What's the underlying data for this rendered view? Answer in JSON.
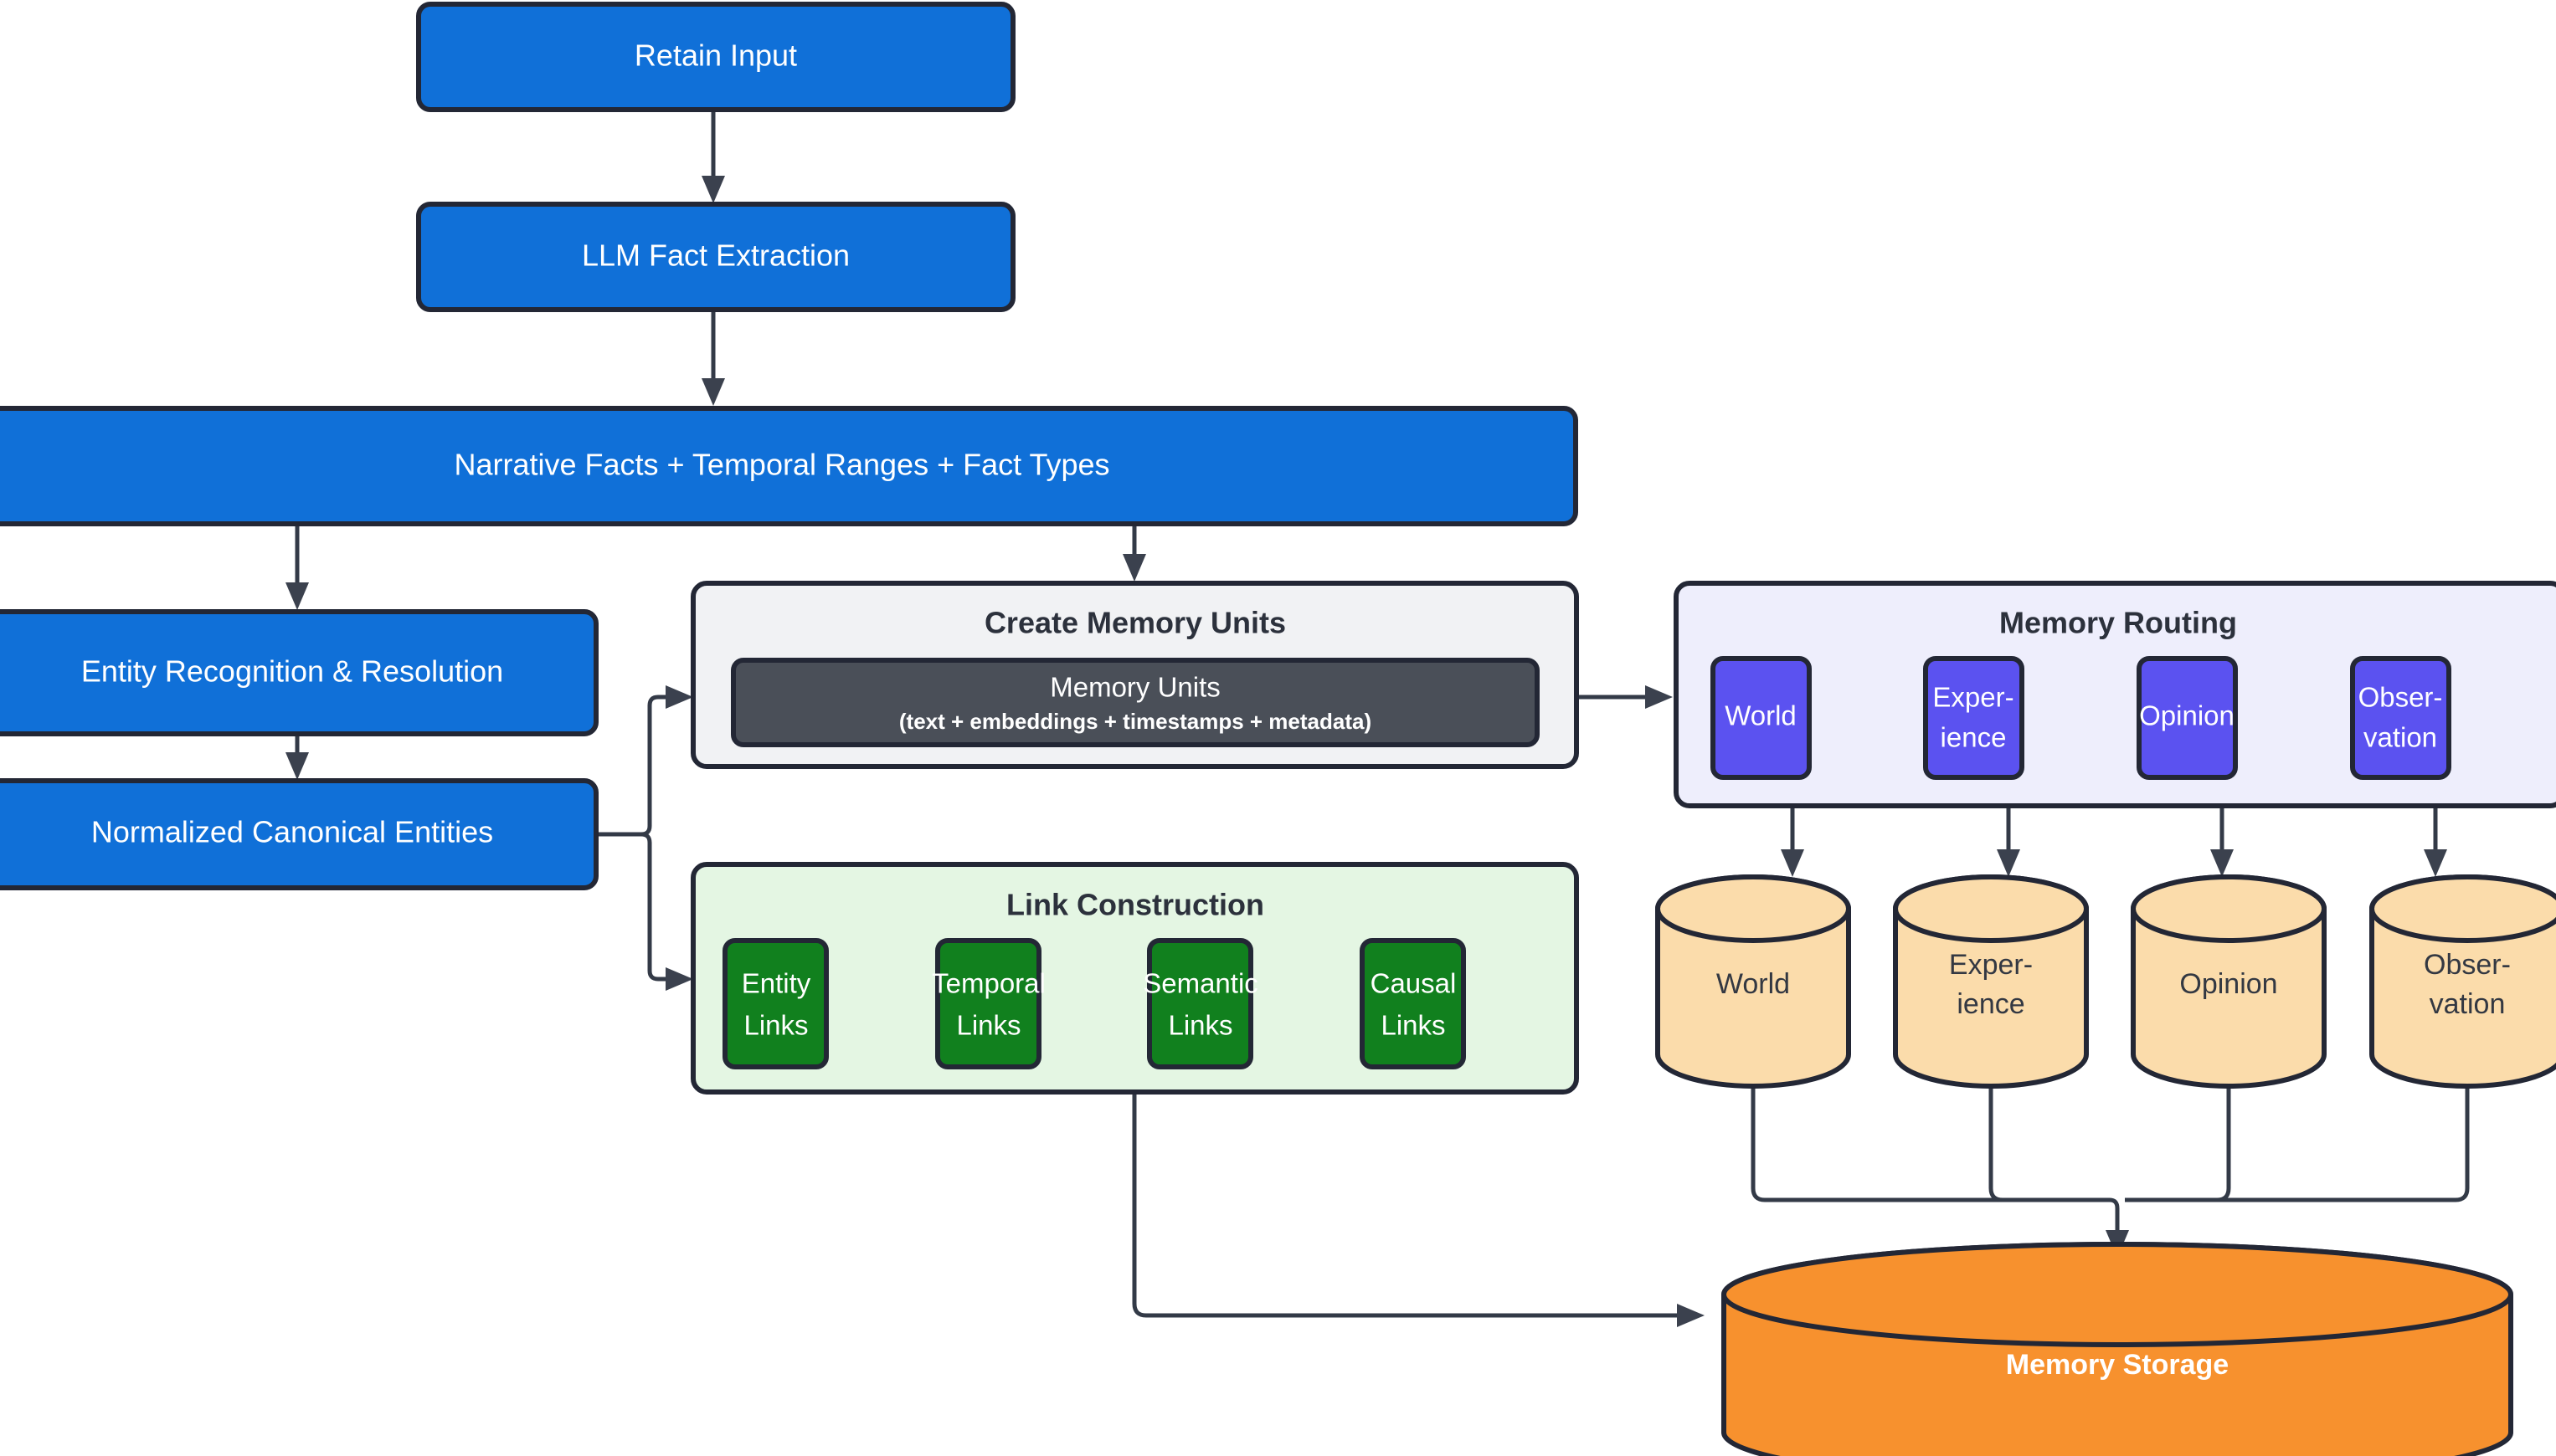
{
  "diagram": {
    "type": "flowchart",
    "title": "Memory ingestion pipeline",
    "background": "#ffffff"
  },
  "colors": {
    "blue": "#1070d8",
    "green": "#11801e",
    "purple": "#5b52f0",
    "dark_slab": "#4a4f58",
    "cylinder": "#fbdcab",
    "storage": "#f7912e",
    "panel_grey": "#f1f2f4",
    "panel_green_light": "#e4f6e3",
    "panel_purple_light": "#eeeefc",
    "stroke": "#232735",
    "edge": "#333a47",
    "text_light": "#ffffff",
    "text_dark": "#333842"
  },
  "pipeline": {
    "retain_input": "Retain Input",
    "llm_fact_extraction": "LLM Fact Extraction",
    "narrative_facts": "Narrative Facts + Temporal Ranges + Fact Types",
    "entity_recognition": "Entity Recognition & Resolution",
    "normalized_entities": "Normalized Canonical Entities"
  },
  "create_memory_units": {
    "title": "Create Memory Units",
    "unit_title": "Memory Units",
    "unit_subtitle": "(text + embeddings + timestamps + metadata)"
  },
  "link_construction": {
    "title": "Link Construction",
    "links": [
      {
        "line1": "Entity",
        "line2": "Links"
      },
      {
        "line1": "Temporal",
        "line2": "Links"
      },
      {
        "line1": "Semantic",
        "line2": "Links"
      },
      {
        "line1": "Causal",
        "line2": "Links"
      }
    ]
  },
  "memory_routing": {
    "title": "Memory Routing",
    "categories": [
      {
        "line1": "World",
        "line2": ""
      },
      {
        "line1": "Exper-",
        "line2": "ience"
      },
      {
        "line1": "Opinion",
        "line2": ""
      },
      {
        "line1": "Obser-",
        "line2": "vation"
      }
    ]
  },
  "memory_stores": [
    {
      "line1": "World",
      "line2": ""
    },
    {
      "line1": "Exper-",
      "line2": "ience"
    },
    {
      "line1": "Opinion",
      "line2": ""
    },
    {
      "line1": "Obser-",
      "line2": "vation"
    }
  ],
  "memory_storage": {
    "label": "Memory Storage"
  }
}
